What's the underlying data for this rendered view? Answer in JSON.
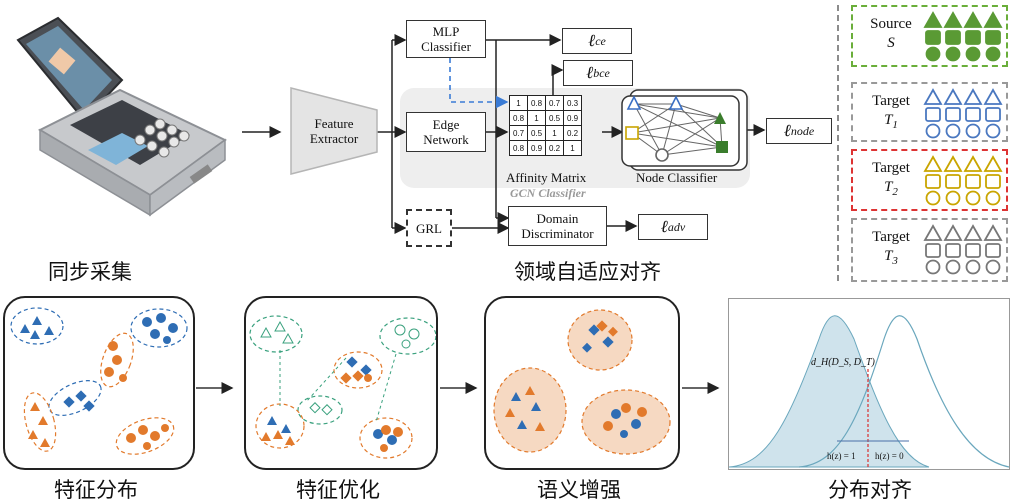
{
  "captions": {
    "acquisition": "同步采集",
    "domain_adaptation": "领域自适应对齐",
    "feature_distribution": "特征分布",
    "feature_optimization": "特征优化",
    "semantic_enhancement": "语义增强",
    "distribution_alignment": "分布对齐"
  },
  "network": {
    "feature_extractor": "Feature\nExtractor",
    "mlp_classifier": "MLP\nClassifier",
    "edge_network": "Edge\nNetwork",
    "grl": "GRL",
    "domain_discriminator": "Domain\nDiscriminator",
    "affinity_matrix": "Affinity Matrix",
    "node_classifier": "Node Classifier",
    "gcn_classifier": "GCN Classifier",
    "loss_ce": "ℓ",
    "loss_ce_sub": "ce",
    "loss_bce": "ℓ",
    "loss_bce_sub": "bce",
    "loss_node": "ℓ",
    "loss_node_sub": "node",
    "loss_adv": "ℓ",
    "loss_adv_sub": "adv",
    "matrix_values": [
      [
        "1",
        "0.8",
        "0.7",
        "0.3"
      ],
      [
        "0.8",
        "1",
        "0.5",
        "0.9"
      ],
      [
        "0.7",
        "0.5",
        "1",
        "0.2"
      ],
      [
        "0.8",
        "0.9",
        "0.2",
        "1"
      ]
    ]
  },
  "domains": [
    {
      "name": "Source",
      "symbol": "S",
      "sub": "",
      "color": "#5a9a34"
    },
    {
      "name": "Target",
      "symbol": "T",
      "sub": "1",
      "color": "#4a78c0"
    },
    {
      "name": "Target",
      "symbol": "T",
      "sub": "2",
      "color": "#c9a500"
    },
    {
      "name": "Target",
      "symbol": "T",
      "sub": "3",
      "color": "#777777"
    }
  ],
  "distribution": {
    "distance_label": "d_H(D_S, D_T)",
    "h_left": "h(z) = 1",
    "h_right": "h(z) = 0"
  },
  "colors": {
    "blue": "#2e6db4",
    "orange": "#e27a2c",
    "green": "#3aa17e"
  }
}
